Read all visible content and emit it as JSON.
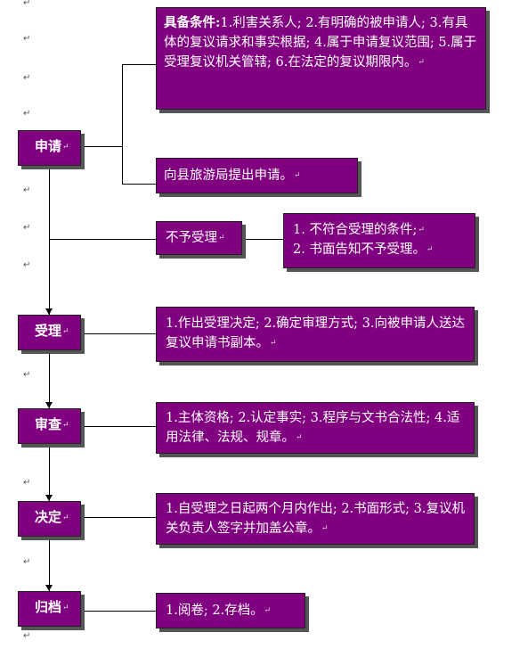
{
  "steps": {
    "apply": "申请",
    "accept": "受理",
    "review": "审查",
    "decide": "决定",
    "archive": "归档"
  },
  "details": {
    "conditions_label": "具备条件:",
    "conditions_text": "1.利害关系人; 2.有明确的被申请人; 3.有具体的复议请求和事实根据; 4.属于申请复议范围; 5.属于受理复议机关管辖; 6.在法定的复议期限内。",
    "submit": "向县旅游局提出申请。",
    "reject": "不予受理",
    "reject_reason_1": "1. 不符合受理的条件;",
    "reject_reason_2": "2. 书面告知不予受理。",
    "accept": "1.作出受理决定; 2.确定审理方式; 3.向被申请人送达复议申请书副本。",
    "review": "1.主体资格; 2.认定事实; 3.程序与文书合法性; 4.适用法律、法规、规章。",
    "decide": "1.自受理之日起两个月内作出; 2.书面形式; 3.复议机关负责人签字并加盖公章。",
    "archive": "1.阅卷; 2.存档。"
  },
  "paragraph_mark": "↵",
  "colors": {
    "box_fill": "#800080",
    "box_text": "#ffffff",
    "shadow": "#555555"
  }
}
